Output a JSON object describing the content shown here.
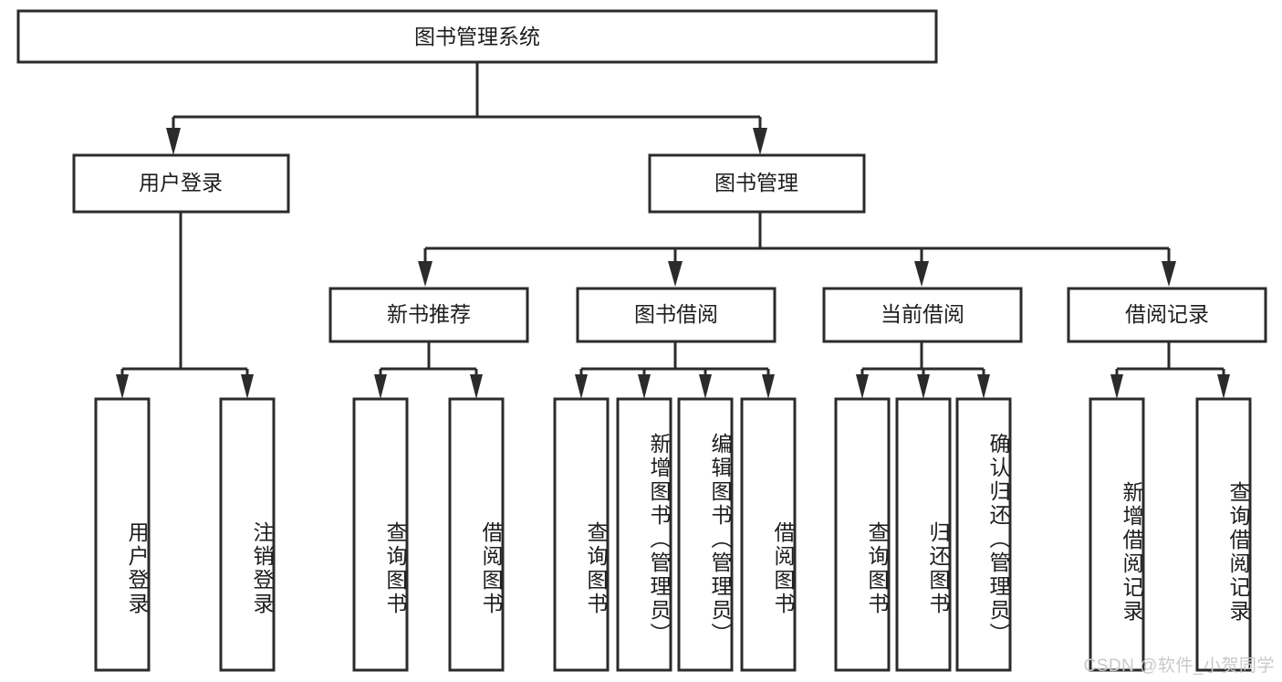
{
  "diagram": {
    "title": "图书管理系统",
    "watermark": "CSDN @软件_小贺同学",
    "levels": {
      "root": {
        "label": "图书管理系统"
      },
      "level2": [
        {
          "label": "用户登录"
        },
        {
          "label": "图书管理"
        }
      ],
      "level3": [
        {
          "label": "新书推荐"
        },
        {
          "label": "图书借阅"
        },
        {
          "label": "当前借阅"
        },
        {
          "label": "借阅记录"
        }
      ],
      "leaves": {
        "user_login": [
          {
            "label": "用户登录"
          },
          {
            "label": "注销登录"
          }
        ],
        "new_book_recommend": [
          {
            "label": "查询图书"
          },
          {
            "label": "借阅图书"
          }
        ],
        "book_borrow": [
          {
            "label": "查询图书"
          },
          {
            "label": "新增图书（管理员）"
          },
          {
            "label": "编辑图书（管理员）"
          },
          {
            "label": "借阅图书"
          }
        ],
        "current_borrow": [
          {
            "label": "查询图书"
          },
          {
            "label": "归还图书"
          },
          {
            "label": "确认归还（管理员）"
          }
        ],
        "borrow_records": [
          {
            "label": "新增借阅记录"
          },
          {
            "label": "查询借阅记录"
          }
        ]
      }
    },
    "colors": {
      "stroke": "#2b2b2b",
      "fill": "#ffffff",
      "text": "#1d1d1d",
      "watermark": "#c9c9c9"
    }
  }
}
